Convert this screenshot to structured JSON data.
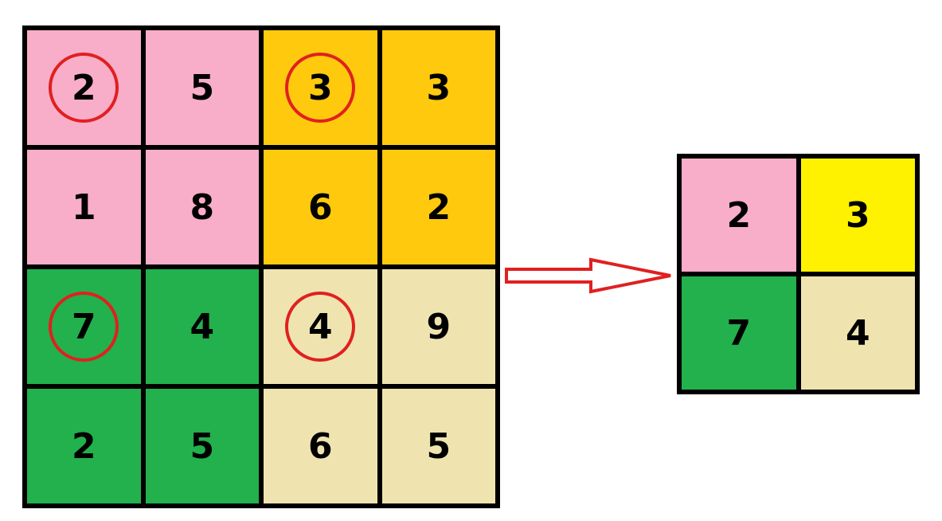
{
  "colors": {
    "pink": "#f8adc9",
    "orange": "#ffc90e",
    "green": "#22b14c",
    "tan": "#efe4b0",
    "yellow": "#fff200",
    "red": "#e02020",
    "border": "#000000"
  },
  "input_grid": {
    "rows": [
      [
        {
          "value": "2",
          "color": "pink",
          "circled": true
        },
        {
          "value": "5",
          "color": "pink",
          "circled": false
        },
        {
          "value": "3",
          "color": "orange",
          "circled": true
        },
        {
          "value": "3",
          "color": "orange",
          "circled": false
        }
      ],
      [
        {
          "value": "1",
          "color": "pink",
          "circled": false
        },
        {
          "value": "8",
          "color": "pink",
          "circled": false
        },
        {
          "value": "6",
          "color": "orange",
          "circled": false
        },
        {
          "value": "2",
          "color": "orange",
          "circled": false
        }
      ],
      [
        {
          "value": "7",
          "color": "green",
          "circled": true
        },
        {
          "value": "4",
          "color": "green",
          "circled": false
        },
        {
          "value": "4",
          "color": "tan",
          "circled": true
        },
        {
          "value": "9",
          "color": "tan",
          "circled": false
        }
      ],
      [
        {
          "value": "2",
          "color": "green",
          "circled": false
        },
        {
          "value": "5",
          "color": "green",
          "circled": false
        },
        {
          "value": "6",
          "color": "tan",
          "circled": false
        },
        {
          "value": "5",
          "color": "tan",
          "circled": false
        }
      ]
    ]
  },
  "output_grid": {
    "rows": [
      [
        {
          "value": "2",
          "color": "pink"
        },
        {
          "value": "3",
          "color": "yellow"
        }
      ],
      [
        {
          "value": "7",
          "color": "green"
        },
        {
          "value": "4",
          "color": "tan"
        }
      ]
    ]
  },
  "arrow": {
    "direction": "right",
    "icon": "arrow-right-icon",
    "color": "red"
  }
}
